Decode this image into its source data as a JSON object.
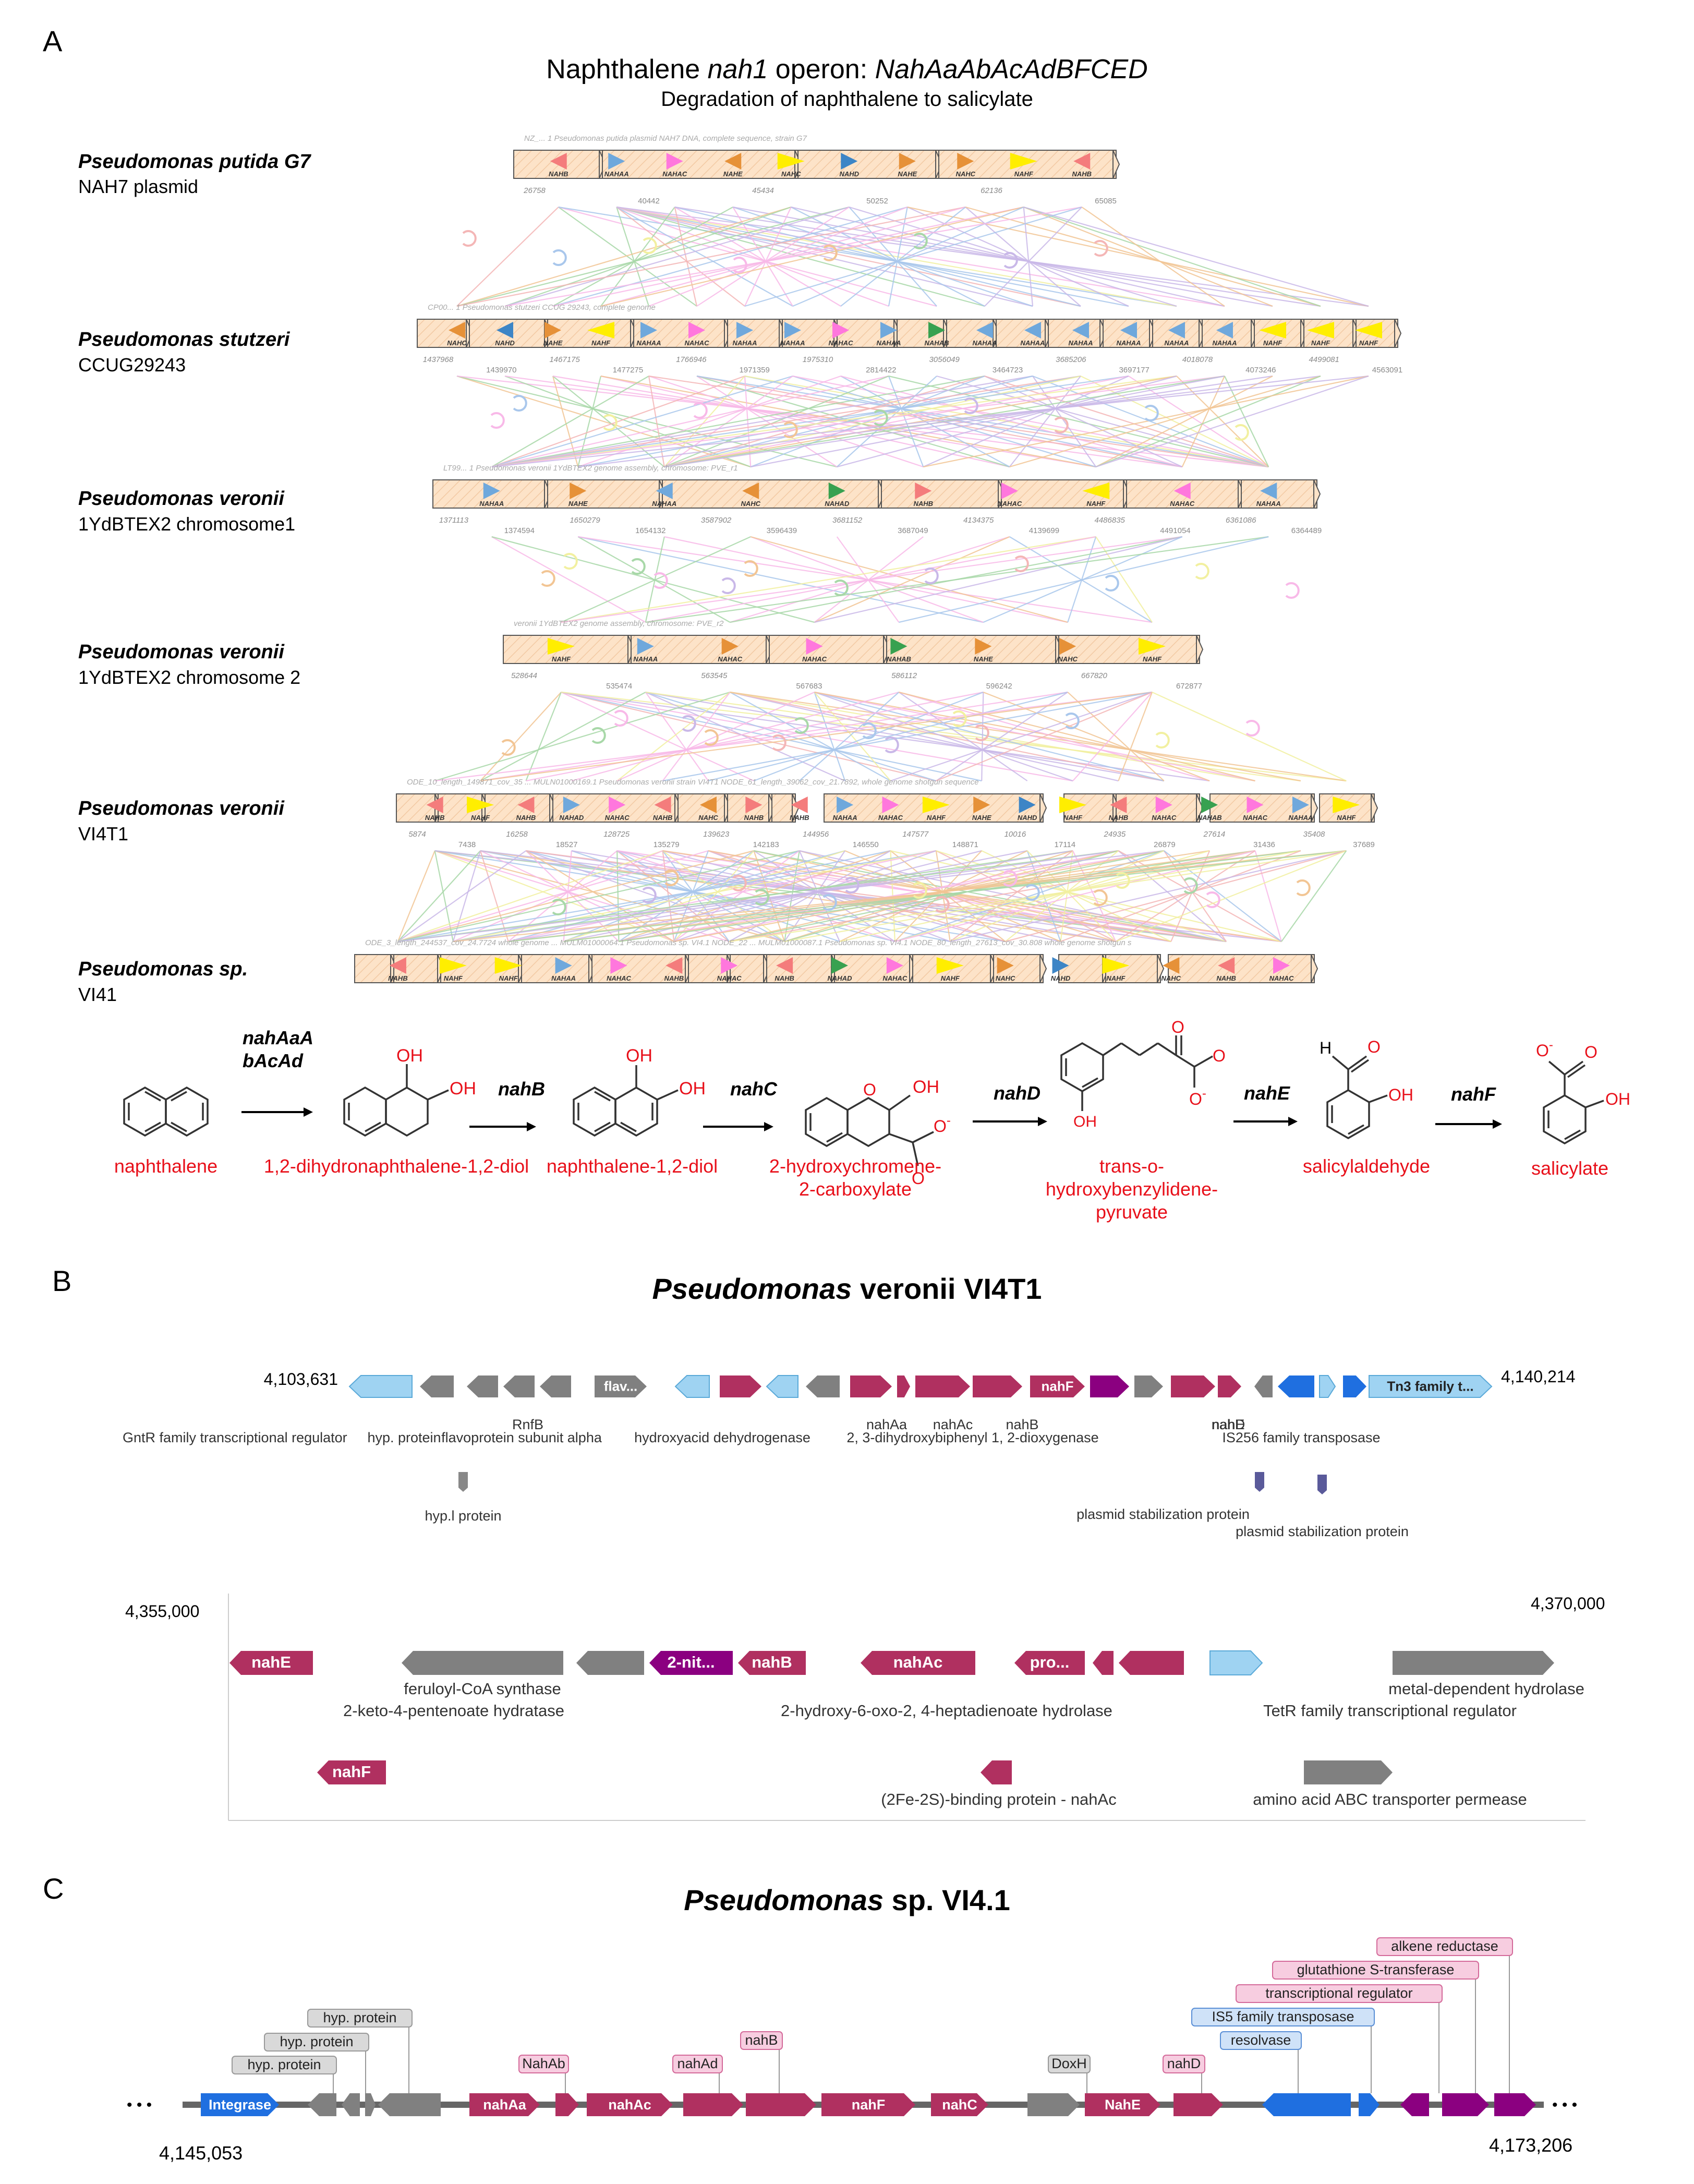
{
  "panelA": {
    "letter": "A",
    "title_prefix": "Naphthalene ",
    "title_italic1": "nah1",
    "title_mid": " operon: ",
    "title_italic2": "NahAaAbAcAdBFCED",
    "subtitle": "Degradation of naphthalene to salicylate",
    "genomes": [
      {
        "species": "Pseudomonas putida G7",
        "strain": "NAH7 plasmid",
        "header": "NZ_... 1 Pseudomonas putida plasmid NAH7 DNA, complete sequence, strain G7",
        "genes": [
          {
            "label": "NAHB",
            "color": "#f47c7c",
            "dir": "L"
          },
          {
            "label": "NAHAA",
            "color": "#6fa8dc",
            "dir": "R"
          },
          {
            "label": "NAHAC",
            "color": "#ff77dd",
            "dir": "R"
          },
          {
            "label": "NAHE",
            "color": "#e69138",
            "dir": "L"
          },
          {
            "label": "NAHC",
            "color": "#ffee00",
            "dir": "R"
          },
          {
            "label": "NAHD",
            "color": "#3d85c6",
            "dir": "R"
          },
          {
            "label": "NAHE",
            "color": "#e69138",
            "dir": "R"
          },
          {
            "label": "NAHC",
            "color": "#e69138",
            "dir": "R"
          },
          {
            "label": "NAHF",
            "color": "#ffee00",
            "dir": "R"
          },
          {
            "label": "NAHB",
            "color": "#f47c7c",
            "dir": "L"
          }
        ],
        "coords": [
          "26758",
          "40442",
          "45434",
          "50252",
          "62136",
          "65085"
        ]
      },
      {
        "species": "Pseudomonas stutzeri",
        "strain": "CCUG29243",
        "header": "CP00... 1 Pseudomonas stutzeri CCUG 29243, complete genome",
        "genes": [
          {
            "label": "NAHC",
            "color": "#e69138",
            "dir": "L"
          },
          {
            "label": "NAHD",
            "color": "#3d85c6",
            "dir": "L"
          },
          {
            "label": "NAHE",
            "color": "#e69138",
            "dir": "R"
          },
          {
            "label": "NAHF",
            "color": "#ffee00",
            "dir": "L"
          },
          {
            "label": "NAHAA",
            "color": "#6fa8dc",
            "dir": "R"
          },
          {
            "label": "NAHAC",
            "color": "#ff77dd",
            "dir": "R"
          },
          {
            "label": "NAHAA",
            "color": "#6fa8dc",
            "dir": "R"
          },
          {
            "label": "NAHAA",
            "color": "#6fa8dc",
            "dir": "R"
          },
          {
            "label": "NAHAC",
            "color": "#ff77dd",
            "dir": "R"
          },
          {
            "label": "NAHAA",
            "color": "#6fa8dc",
            "dir": "R"
          },
          {
            "label": "NAHAB",
            "color": "#38a150",
            "dir": "R"
          },
          {
            "label": "NAHAA",
            "color": "#6fa8dc",
            "dir": "L"
          },
          {
            "label": "NAHAA",
            "color": "#6fa8dc",
            "dir": "L"
          },
          {
            "label": "NAHAA",
            "color": "#6fa8dc",
            "dir": "L"
          },
          {
            "label": "NAHAA",
            "color": "#6fa8dc",
            "dir": "L"
          },
          {
            "label": "NAHAA",
            "color": "#6fa8dc",
            "dir": "L"
          },
          {
            "label": "NAHAA",
            "color": "#6fa8dc",
            "dir": "L"
          },
          {
            "label": "NAHF",
            "color": "#ffee00",
            "dir": "L"
          },
          {
            "label": "NAHF",
            "color": "#ffee00",
            "dir": "L"
          },
          {
            "label": "NAHF",
            "color": "#ffee00",
            "dir": "L"
          }
        ],
        "coords": [
          "1437968",
          "1439970",
          "1467175",
          "1477275",
          "1766946",
          "1971359",
          "1975310",
          "2814422",
          "3056049",
          "3464723",
          "3685206",
          "3697177",
          "4018078",
          "4073246",
          "4499081",
          "4563091"
        ]
      },
      {
        "species": "Pseudomonas veronii",
        "strain": "1YdBTEX2 chromosome1",
        "header": "LT99... 1 Pseudomonas veronii 1YdBTEX2 genome assembly, chromosome: PVE_r1",
        "genes": [
          {
            "label": "NAHAA",
            "color": "#6fa8dc",
            "dir": "R"
          },
          {
            "label": "NAHE",
            "color": "#e69138",
            "dir": "R"
          },
          {
            "label": "NAHAA",
            "color": "#6fa8dc",
            "dir": "L"
          },
          {
            "label": "NAHC",
            "color": "#e69138",
            "dir": "L"
          },
          {
            "label": "NAHAD",
            "color": "#38a150",
            "dir": "R"
          },
          {
            "label": "NAHB",
            "color": "#f47c7c",
            "dir": "R"
          },
          {
            "label": "NAHAC",
            "color": "#ff77dd",
            "dir": "R"
          },
          {
            "label": "NAHF",
            "color": "#ffee00",
            "dir": "L"
          },
          {
            "label": "NAHAC",
            "color": "#ff77dd",
            "dir": "L"
          },
          {
            "label": "NAHAA",
            "color": "#6fa8dc",
            "dir": "L"
          }
        ],
        "coords": [
          "1371113",
          "1374594",
          "1650279",
          "1654132",
          "3587902",
          "3596439",
          "3681152",
          "3687049",
          "4134375",
          "4139699",
          "4486835",
          "4491054",
          "6361086",
          "6364489"
        ]
      },
      {
        "species": "Pseudomonas veronii",
        "strain": "1YdBTEX2 chromosome 2",
        "header": "veronii 1YdBTEX2 genome assembly, chromosome: PVE_r2",
        "genes": [
          {
            "label": "NAHF",
            "color": "#ffee00",
            "dir": "R"
          },
          {
            "label": "NAHAA",
            "color": "#6fa8dc",
            "dir": "R"
          },
          {
            "label": "NAHAC",
            "color": "#e69138",
            "dir": "R"
          },
          {
            "label": "NAHAC",
            "color": "#ff77dd",
            "dir": "R"
          },
          {
            "label": "NAHAB",
            "color": "#38a150",
            "dir": "R"
          },
          {
            "label": "NAHE",
            "color": "#e69138",
            "dir": "R"
          },
          {
            "label": "NAHC",
            "color": "#e69138",
            "dir": "R"
          },
          {
            "label": "NAHF",
            "color": "#ffee00",
            "dir": "R"
          }
        ],
        "coords": [
          "528644",
          "535474",
          "563545",
          "567683",
          "586112",
          "596242",
          "667820",
          "672877"
        ]
      },
      {
        "species": "Pseudomonas veronii",
        "strain": "VI4T1",
        "header": "ODE_10_length_149871_cov_35 ... MULN01000169.1 Pseudomonas veronii strain VI4T1 NODE_61_length_39062_cov_21.7892, whole genome shotgun sequence",
        "genes": [
          {
            "label": "NAHB",
            "color": "#f47c7c",
            "dir": "L"
          },
          {
            "label": "NAHF",
            "color": "#ffee00",
            "dir": "R"
          },
          {
            "label": "NAHB",
            "color": "#f47c7c",
            "dir": "L"
          },
          {
            "label": "NAHAD",
            "color": "#6fa8dc",
            "dir": "R"
          },
          {
            "label": "NAHAC",
            "color": "#ff77dd",
            "dir": "R"
          },
          {
            "label": "NAHB",
            "color": "#f47c7c",
            "dir": "L"
          },
          {
            "label": "NAHC",
            "color": "#e69138",
            "dir": "L"
          },
          {
            "label": "NAHB",
            "color": "#f47c7c",
            "dir": "R"
          },
          {
            "label": "NAHB",
            "color": "#f47c7c",
            "dir": "L"
          },
          {
            "label": "NAHAA",
            "color": "#6fa8dc",
            "dir": "R"
          },
          {
            "label": "NAHAC",
            "color": "#ff77dd",
            "dir": "R"
          },
          {
            "label": "NAHF",
            "color": "#ffee00",
            "dir": "R"
          },
          {
            "label": "NAHE",
            "color": "#e69138",
            "dir": "R"
          },
          {
            "label": "NAHD",
            "color": "#3d85c6",
            "dir": "R"
          },
          {
            "label": "NAHF",
            "color": "#ffee00",
            "dir": "R"
          },
          {
            "label": "NAHB",
            "color": "#f47c7c",
            "dir": "L"
          },
          {
            "label": "NAHAC",
            "color": "#ff77dd",
            "dir": "R"
          },
          {
            "label": "NAHAB",
            "color": "#38a150",
            "dir": "R"
          },
          {
            "label": "NAHAC",
            "color": "#ff77dd",
            "dir": "R"
          },
          {
            "label": "NAHAA",
            "color": "#6fa8dc",
            "dir": "R"
          },
          {
            "label": "NAHF",
            "color": "#ffee00",
            "dir": "R"
          }
        ],
        "coords": [
          "5874",
          "7438",
          "16258",
          "18527",
          "128725",
          "135279",
          "139623",
          "142183",
          "144956",
          "146550",
          "147577",
          "148871",
          "10016",
          "17114",
          "24935",
          "26879",
          "27614",
          "31436",
          "35408",
          "37689"
        ]
      },
      {
        "species": "Pseudomonas sp.",
        "strain": "VI41",
        "header": "ODE_3_length_244537_cov_24.7724 whole genome ... MULM01000064.1 Pseudomonas sp. VI4.1 NODE_22 ... MULM01000087.1 Pseudomonas sp. VI4.1 NODE_80_length_27613_cov_30.808 whole genome shotgun s",
        "genes": [
          {
            "label": "NAHB",
            "color": "#f47c7c",
            "dir": "L"
          },
          {
            "label": "NAHF",
            "color": "#ffee00",
            "dir": "R"
          },
          {
            "label": "NAHF",
            "color": "#ffee00",
            "dir": "R"
          },
          {
            "label": "NAHAA",
            "color": "#6fa8dc",
            "dir": "R"
          },
          {
            "label": "NAHAC",
            "color": "#ff77dd",
            "dir": "R"
          },
          {
            "label": "NAHB",
            "color": "#f47c7c",
            "dir": "L"
          },
          {
            "label": "NAHAC",
            "color": "#ff77dd",
            "dir": "R"
          },
          {
            "label": "NAHB",
            "color": "#f47c7c",
            "dir": "L"
          },
          {
            "label": "NAHAD",
            "color": "#38a150",
            "dir": "R"
          },
          {
            "label": "NAHAC",
            "color": "#ff77dd",
            "dir": "R"
          },
          {
            "label": "NAHF",
            "color": "#ffee00",
            "dir": "R"
          },
          {
            "label": "NAHC",
            "color": "#e69138",
            "dir": "R"
          },
          {
            "label": "NAHD",
            "color": "#3d85c6",
            "dir": "R"
          },
          {
            "label": "NAHF",
            "color": "#ffee00",
            "dir": "R"
          },
          {
            "label": "NAHC",
            "color": "#e69138",
            "dir": "L"
          },
          {
            "label": "NAHB",
            "color": "#f47c7c",
            "dir": "L"
          },
          {
            "label": "NAHAC",
            "color": "#ff77dd",
            "dir": "R"
          }
        ],
        "coords": []
      }
    ],
    "pathway": {
      "enzymes": [
        "nahAaA\nbAcAd",
        "nahB",
        "nahC",
        "nahD",
        "nahE",
        "nahF"
      ],
      "compounds": [
        {
          "name": "naphthalene"
        },
        {
          "name": "1,2-dihydronaphthalene-1,2-diol"
        },
        {
          "name": "naphthalene-1,2-diol"
        },
        {
          "name": "2-hydroxychromene-\n2-carboxylate"
        },
        {
          "name": "trans-o-\nhydroxybenzylidene-\npyruvate"
        },
        {
          "name": "salicylaldehyde"
        },
        {
          "name": "salicylate"
        }
      ],
      "atom_labels": {
        "oh": "OH",
        "o": "O",
        "o_minus": "O",
        "minus": "-",
        "h": "H"
      },
      "compound_color": "#e8101a"
    }
  },
  "panelB": {
    "letter": "B",
    "title_italic": "Pseudomonas",
    "title_rest": " veronii VI4T1",
    "row1": {
      "start": "4,103,631",
      "end": "4,140,214",
      "arrows": [
        {
          "label": "",
          "color": "#9fd3f2",
          "dir": "L"
        },
        {
          "label": "",
          "color": "#808080",
          "dir": "L"
        },
        {
          "label": "",
          "color": "#808080",
          "dir": "L"
        },
        {
          "label": "",
          "color": "#808080",
          "dir": "L"
        },
        {
          "label": "",
          "color": "#808080",
          "dir": "L"
        },
        {
          "label": "flav...",
          "color": "#808080",
          "dir": "R"
        },
        {
          "label": "",
          "color": "#9fd3f2",
          "dir": "L"
        },
        {
          "label": "",
          "color": "#b03060",
          "dir": "R"
        },
        {
          "label": "",
          "color": "#9fd3f2",
          "dir": "L"
        },
        {
          "label": "",
          "color": "#808080",
          "dir": "L"
        },
        {
          "label": "",
          "color": "#b03060",
          "dir": "R"
        },
        {
          "label": "",
          "color": "#b03060",
          "dir": "R"
        },
        {
          "label": "",
          "color": "#b03060",
          "dir": "R"
        },
        {
          "label": "",
          "color": "#b03060",
          "dir": "R"
        },
        {
          "label": "nahF",
          "color": "#b03060",
          "dir": "R"
        },
        {
          "label": "",
          "color": "#8b0080",
          "dir": "R"
        },
        {
          "label": "",
          "color": "#808080",
          "dir": "R"
        },
        {
          "label": "",
          "color": "#b03060",
          "dir": "R"
        },
        {
          "label": "",
          "color": "#b03060",
          "dir": "R"
        },
        {
          "label": "",
          "color": "#808080",
          "dir": "L"
        },
        {
          "label": "",
          "color": "#1f6fe0",
          "dir": "L"
        },
        {
          "label": "",
          "color": "#9fd3f2",
          "dir": "R"
        },
        {
          "label": "",
          "color": "#1f6fe0",
          "dir": "R"
        },
        {
          "label": "Tn3 family t...",
          "color": "#9fd3f2",
          "dir": "R"
        }
      ],
      "labels": [
        "GntR family transcriptional regulator",
        "hyp. protein",
        "RnfB",
        "flavoprotein subunit alpha",
        "hydroxyacid dehydrogenase",
        "nahAa",
        "nahAc",
        "nahB",
        "2, 3-dihydroxybiphenyl 1, 2-dioxygenase",
        "nahE",
        "nahD",
        "IS256 family transposase"
      ],
      "below": [
        "hyp.l protein",
        "plasmid stabilization protein",
        "plasmid stabilization protein"
      ]
    },
    "row2": {
      "start": "4,355,000",
      "end": "4,370,000",
      "arrows": [
        "nahE",
        "",
        "",
        "2-nit...",
        "nahB",
        "nahAc",
        "pro...",
        "",
        "",
        "",
        ""
      ],
      "labels": [
        "feruloyl-CoA synthase",
        "2-keto-4-pentenoate hydratase",
        "2-hydroxy-6-oxo-2, 4-heptadienoate hydrolase",
        "TetR family transcriptional regulator",
        "metal-dependent hydrolase"
      ],
      "below_arrows": [
        "nahF"
      ],
      "below_labels": [
        "(2Fe-2S)-binding protein - nahAc",
        "amino acid ABC transporter permease"
      ]
    }
  },
  "panelC": {
    "letter": "C",
    "title_italic": "Pseudomonas",
    "title_rest": " sp. VI4.1",
    "start": "4,145,053",
    "end": "4,173,206",
    "dots": "• • •",
    "arrows": [
      "Integrase",
      "",
      "",
      "",
      "nahAa",
      "",
      "nahAc",
      "",
      "nahF",
      "nahC",
      "",
      "NahE",
      "",
      "",
      "",
      "",
      "",
      ""
    ],
    "callouts_left": [
      "hyp. protein",
      "hyp. protein",
      "hyp. protein"
    ],
    "callouts_mid": [
      "NahAb",
      "nahAd",
      "nahB",
      "DoxH",
      "nahD"
    ],
    "callouts_right": [
      "resolvase",
      "IS5 family transposase",
      "transcriptional regulator",
      "glutathione S-transferase",
      "alkene reductase"
    ]
  }
}
